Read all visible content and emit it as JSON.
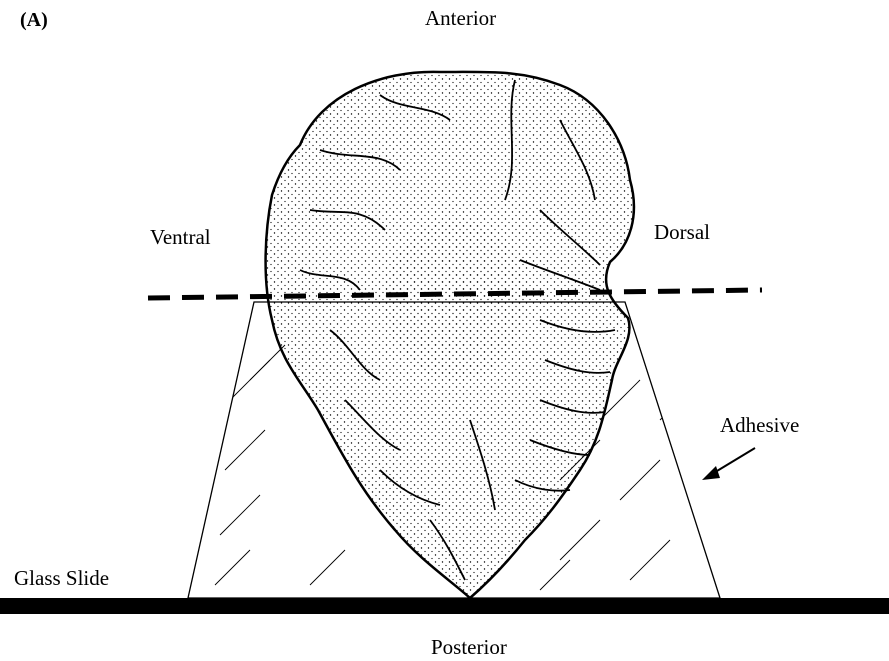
{
  "figure": {
    "panel_label": "(A)",
    "labels": {
      "anterior": "Anterior",
      "ventral": "Ventral",
      "dorsal": "Dorsal",
      "adhesive": "Adhesive",
      "glass_slide": "Glass Slide",
      "posterior": "Posterior"
    }
  },
  "colors": {
    "ink": "#000000",
    "background": "#ffffff"
  }
}
